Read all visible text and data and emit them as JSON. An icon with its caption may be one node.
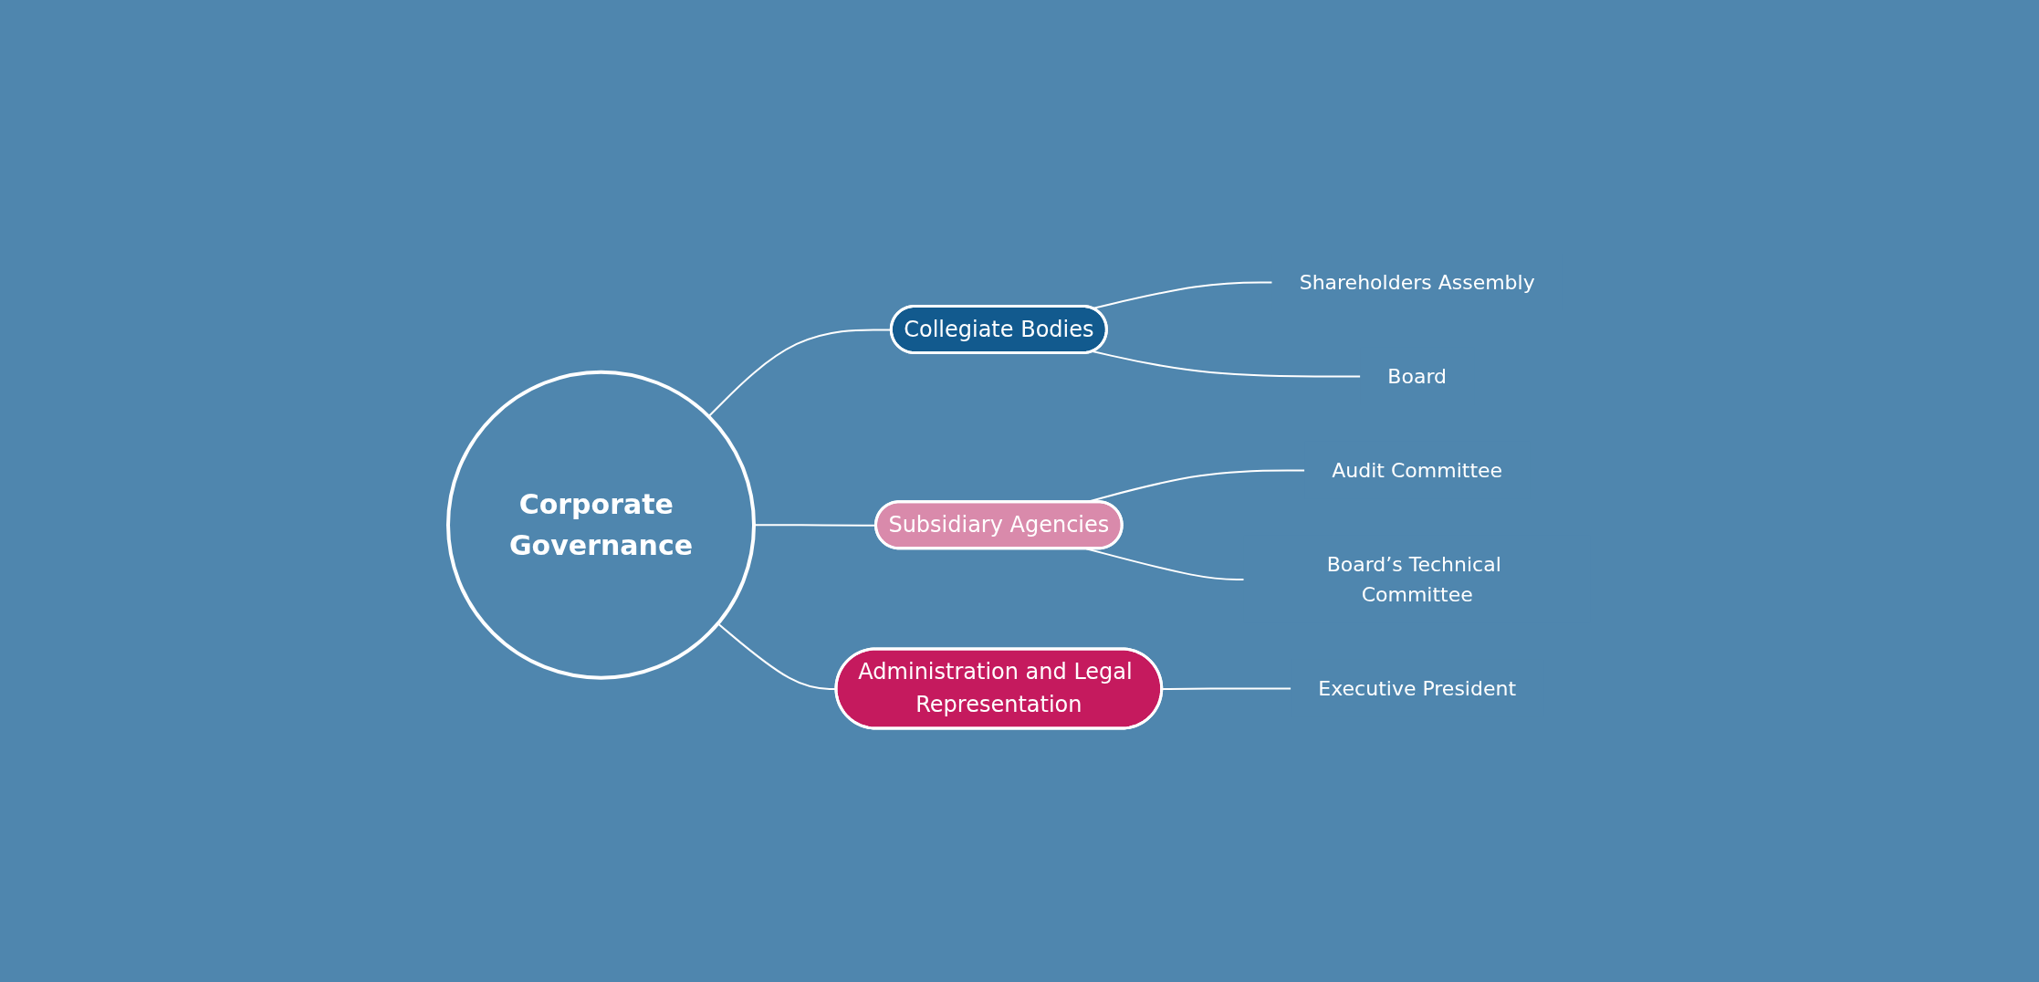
{
  "diagram": {
    "nodes": [
      {
        "text": [
          "Corporate Governance"
        ]
      },
      {
        "text": [
          "Collegiate Bodies"
        ]
      },
      {
        "text": [
          "Subsidiary Agencies"
        ]
      },
      {
        "text": [
          "Administration and Legal Representation"
        ]
      },
      {
        "text": [
          "Shareholders Assembly"
        ]
      },
      {
        "text": [
          "Board"
        ]
      },
      {
        "text": [
          "Audit Committee"
        ]
      },
      {
        "text": [
          "Board’s Technical Committee"
        ]
      },
      {
        "text": [
          "Executive President"
        ]
      }
    ],
    "edges": [
      {
        "from": 0,
        "to": 1,
        "arrow": "none"
      },
      {
        "from": 0,
        "to": 2,
        "arrow": "none"
      },
      {
        "from": 0,
        "to": 3,
        "arrow": "none"
      },
      {
        "from": 1,
        "to": 4,
        "arrow": "none"
      },
      {
        "from": 1,
        "to": 5,
        "arrow": "none"
      },
      {
        "from": 2,
        "to": 6,
        "arrow": "none"
      },
      {
        "from": 2,
        "to": 7,
        "arrow": "none"
      },
      {
        "from": 3,
        "to": 8,
        "arrow": "none"
      }
    ]
  }
}
